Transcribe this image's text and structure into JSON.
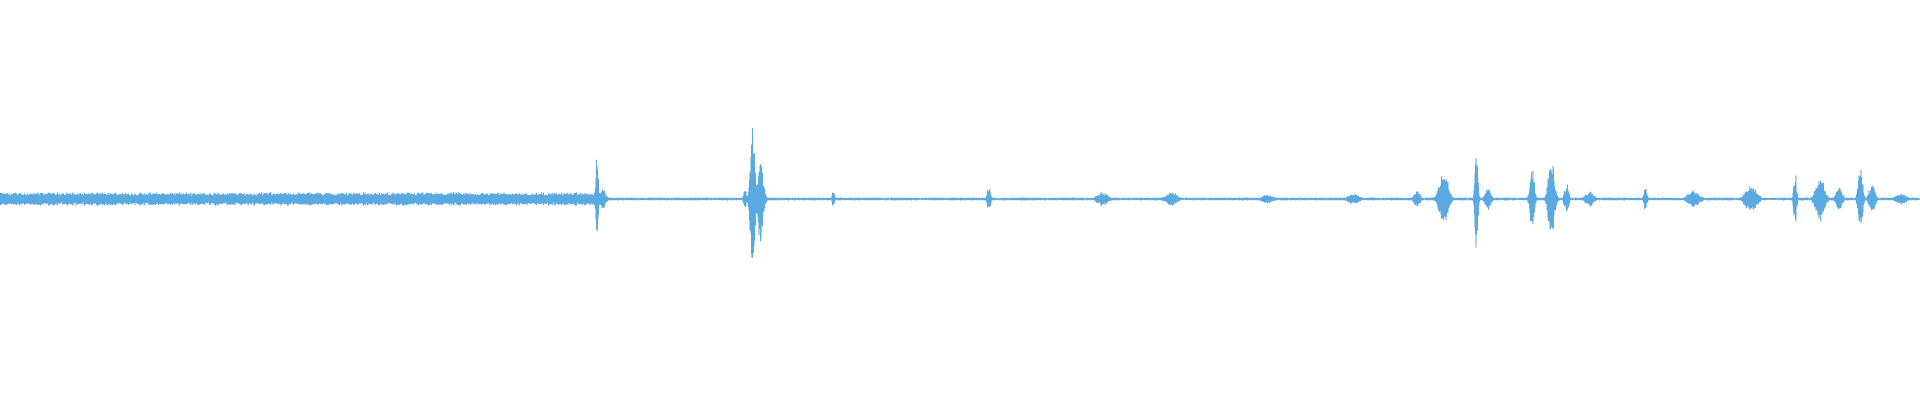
{
  "waveform": {
    "color": "#5aa9e0",
    "background": "#ffffff",
    "baseline_amplitude": 0.012,
    "segments": [
      {
        "from": 0.0,
        "to": 0.311,
        "amplitude": 0.035
      },
      {
        "from": 0.311,
        "to": 1.0,
        "amplitude": 0.008
      }
    ],
    "bursts": [
      {
        "at": 0.311,
        "amplitude": 0.25,
        "spread": 0.0008
      },
      {
        "at": 0.314,
        "amplitude": 0.06,
        "spread": 0.002
      },
      {
        "at": 0.388,
        "amplitude": 0.06,
        "spread": 0.001
      },
      {
        "at": 0.392,
        "amplitude": 0.42,
        "spread": 0.0015
      },
      {
        "at": 0.396,
        "amplitude": 0.22,
        "spread": 0.002
      },
      {
        "at": 0.434,
        "amplitude": 0.05,
        "spread": 0.0008
      },
      {
        "at": 0.515,
        "amplitude": 0.07,
        "spread": 0.0012
      },
      {
        "at": 0.574,
        "amplitude": 0.04,
        "spread": 0.004
      },
      {
        "at": 0.61,
        "amplitude": 0.04,
        "spread": 0.004
      },
      {
        "at": 0.66,
        "amplitude": 0.025,
        "spread": 0.004
      },
      {
        "at": 0.705,
        "amplitude": 0.03,
        "spread": 0.004
      },
      {
        "at": 0.738,
        "amplitude": 0.05,
        "spread": 0.002
      },
      {
        "at": 0.752,
        "amplitude": 0.16,
        "spread": 0.003
      },
      {
        "at": 0.769,
        "amplitude": 0.32,
        "spread": 0.001
      },
      {
        "at": 0.775,
        "amplitude": 0.06,
        "spread": 0.002
      },
      {
        "at": 0.798,
        "amplitude": 0.18,
        "spread": 0.0015
      },
      {
        "at": 0.808,
        "amplitude": 0.24,
        "spread": 0.002
      },
      {
        "at": 0.816,
        "amplitude": 0.08,
        "spread": 0.0015
      },
      {
        "at": 0.828,
        "amplitude": 0.04,
        "spread": 0.003
      },
      {
        "at": 0.857,
        "amplitude": 0.07,
        "spread": 0.001
      },
      {
        "at": 0.882,
        "amplitude": 0.05,
        "spread": 0.004
      },
      {
        "at": 0.912,
        "amplitude": 0.07,
        "spread": 0.004
      },
      {
        "at": 0.935,
        "amplitude": 0.14,
        "spread": 0.001
      },
      {
        "at": 0.948,
        "amplitude": 0.12,
        "spread": 0.003
      },
      {
        "at": 0.958,
        "amplitude": 0.07,
        "spread": 0.002
      },
      {
        "at": 0.969,
        "amplitude": 0.18,
        "spread": 0.0015
      },
      {
        "at": 0.975,
        "amplitude": 0.08,
        "spread": 0.002
      },
      {
        "at": 0.99,
        "amplitude": 0.03,
        "spread": 0.004
      }
    ]
  }
}
